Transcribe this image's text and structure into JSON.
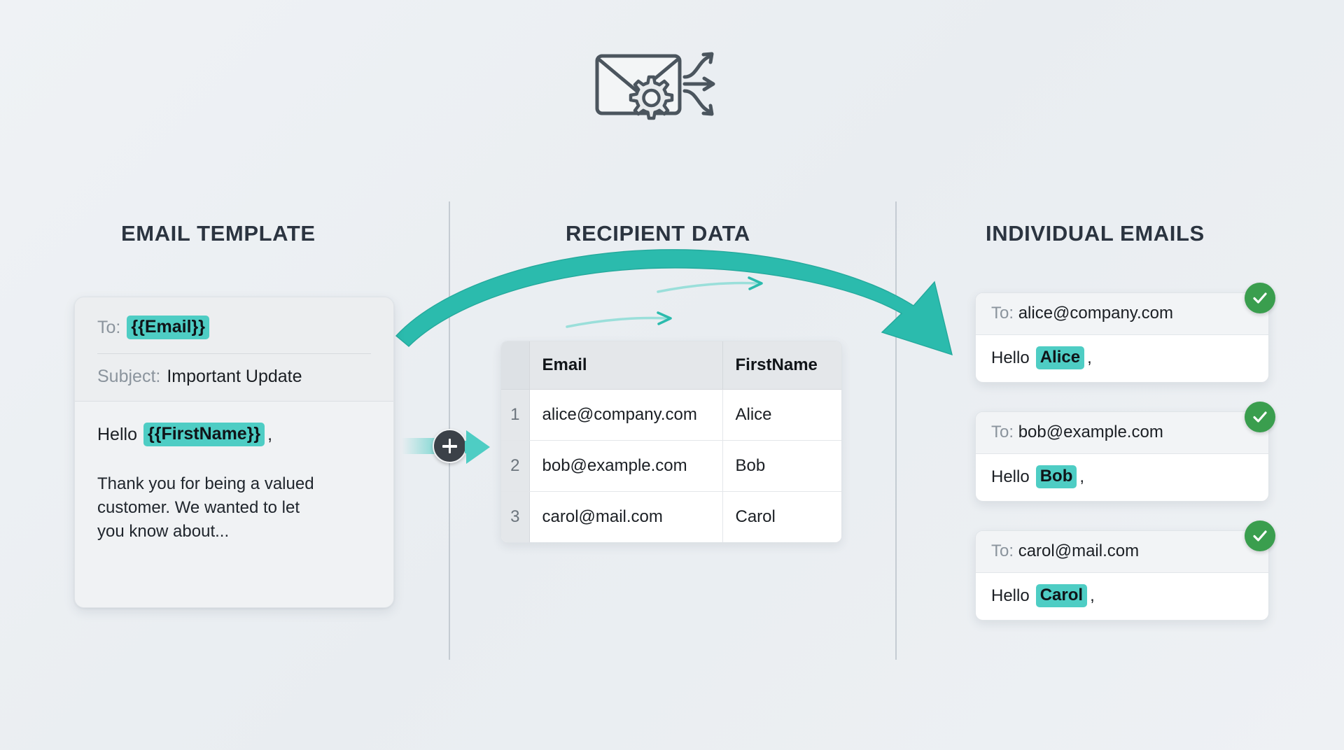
{
  "header": {
    "icon": "envelope-gear-branching-arrows-icon"
  },
  "columns": {
    "template_title": "EMAIL TEMPLATE",
    "recipient_title": "RECIPIENT DATA",
    "individual_title": "INDIVIDUAL EMAILS"
  },
  "template": {
    "to_label": "To:",
    "to_value": "{{Email}}",
    "subject_label": "Subject:",
    "subject_value": "Important Update",
    "greeting_hello": "Hello",
    "greeting_tag": "{{FirstName}}",
    "greeting_comma": ",",
    "paragraph": "Thank you for being a valued customer. We wanted to let you know about..."
  },
  "merge": {
    "plus_symbol": "+"
  },
  "recipients": {
    "columns": [
      "",
      "Email",
      "FirstName"
    ],
    "rows": [
      {
        "num": "1",
        "email": "alice@company.com",
        "firstname": "Alice"
      },
      {
        "num": "2",
        "email": "bob@example.com",
        "firstname": "Bob"
      },
      {
        "num": "3",
        "email": "carol@mail.com",
        "firstname": "Carol"
      }
    ]
  },
  "emails": [
    {
      "to_label": "To:",
      "to_value": "alice@company.com",
      "hello": "Hello",
      "name": "Alice",
      "comma": ",",
      "status": "sent"
    },
    {
      "to_label": "To:",
      "to_value": "bob@example.com",
      "hello": "Hello",
      "name": "Bob",
      "comma": ",",
      "status": "sent"
    },
    {
      "to_label": "To:",
      "to_value": "carol@mail.com",
      "hello": "Hello",
      "name": "Carol",
      "comma": ",",
      "status": "sent"
    }
  ],
  "colors": {
    "background": "#eef1f4",
    "accent_teal": "#4ecdc4",
    "arrow_teal": "#2bbbad",
    "success_green": "#3a9e4e",
    "title_dark": "#2b3440",
    "muted_gray": "#8b949d"
  }
}
